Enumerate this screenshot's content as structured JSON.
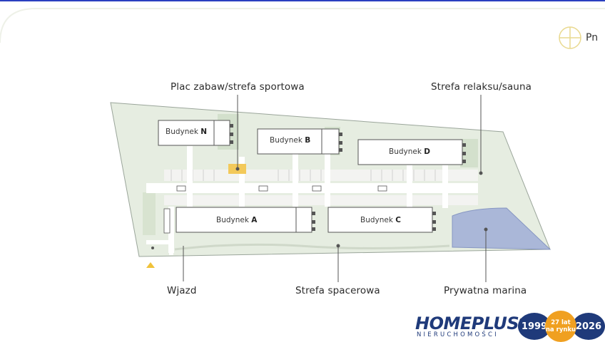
{
  "compass": {
    "label": "Pn",
    "icon": "compass-icon"
  },
  "map_labels": {
    "playground": "Plac zabaw/strefa sportowa",
    "relax": "Strefa relaksu/sauna",
    "entrance": "Wjazd",
    "promenade": "Strefa spacerowa",
    "marina": "Prywatna marina"
  },
  "buildings": {
    "N": {
      "prefix": "Budynek",
      "letter": "N"
    },
    "B": {
      "prefix": "Budynek",
      "letter": "B"
    },
    "D": {
      "prefix": "Budynek",
      "letter": "D"
    },
    "A": {
      "prefix": "Budynek",
      "letter": "A"
    },
    "C": {
      "prefix": "Budynek",
      "letter": "C"
    }
  },
  "logo": {
    "brand_home": "HOME",
    "brand_plus": "PLUS",
    "registered": "®",
    "subtitle": "NIERUCHOMOŚCI",
    "year_start": "1999",
    "badge_line1": "27 lat",
    "badge_line2": "na rynku",
    "year_end": "2026"
  },
  "colors": {
    "site_fill": "#e6ede1",
    "road": "#ffffff",
    "building_fill": "#ffffff",
    "building_stroke": "#555555",
    "playground": "#f3c95a",
    "marina": "#aab7d8",
    "accent_blue": "#1f3a7a",
    "accent_orange": "#f0a020",
    "compass": "#e9d98f",
    "frame_line": "#2a3fbf"
  }
}
